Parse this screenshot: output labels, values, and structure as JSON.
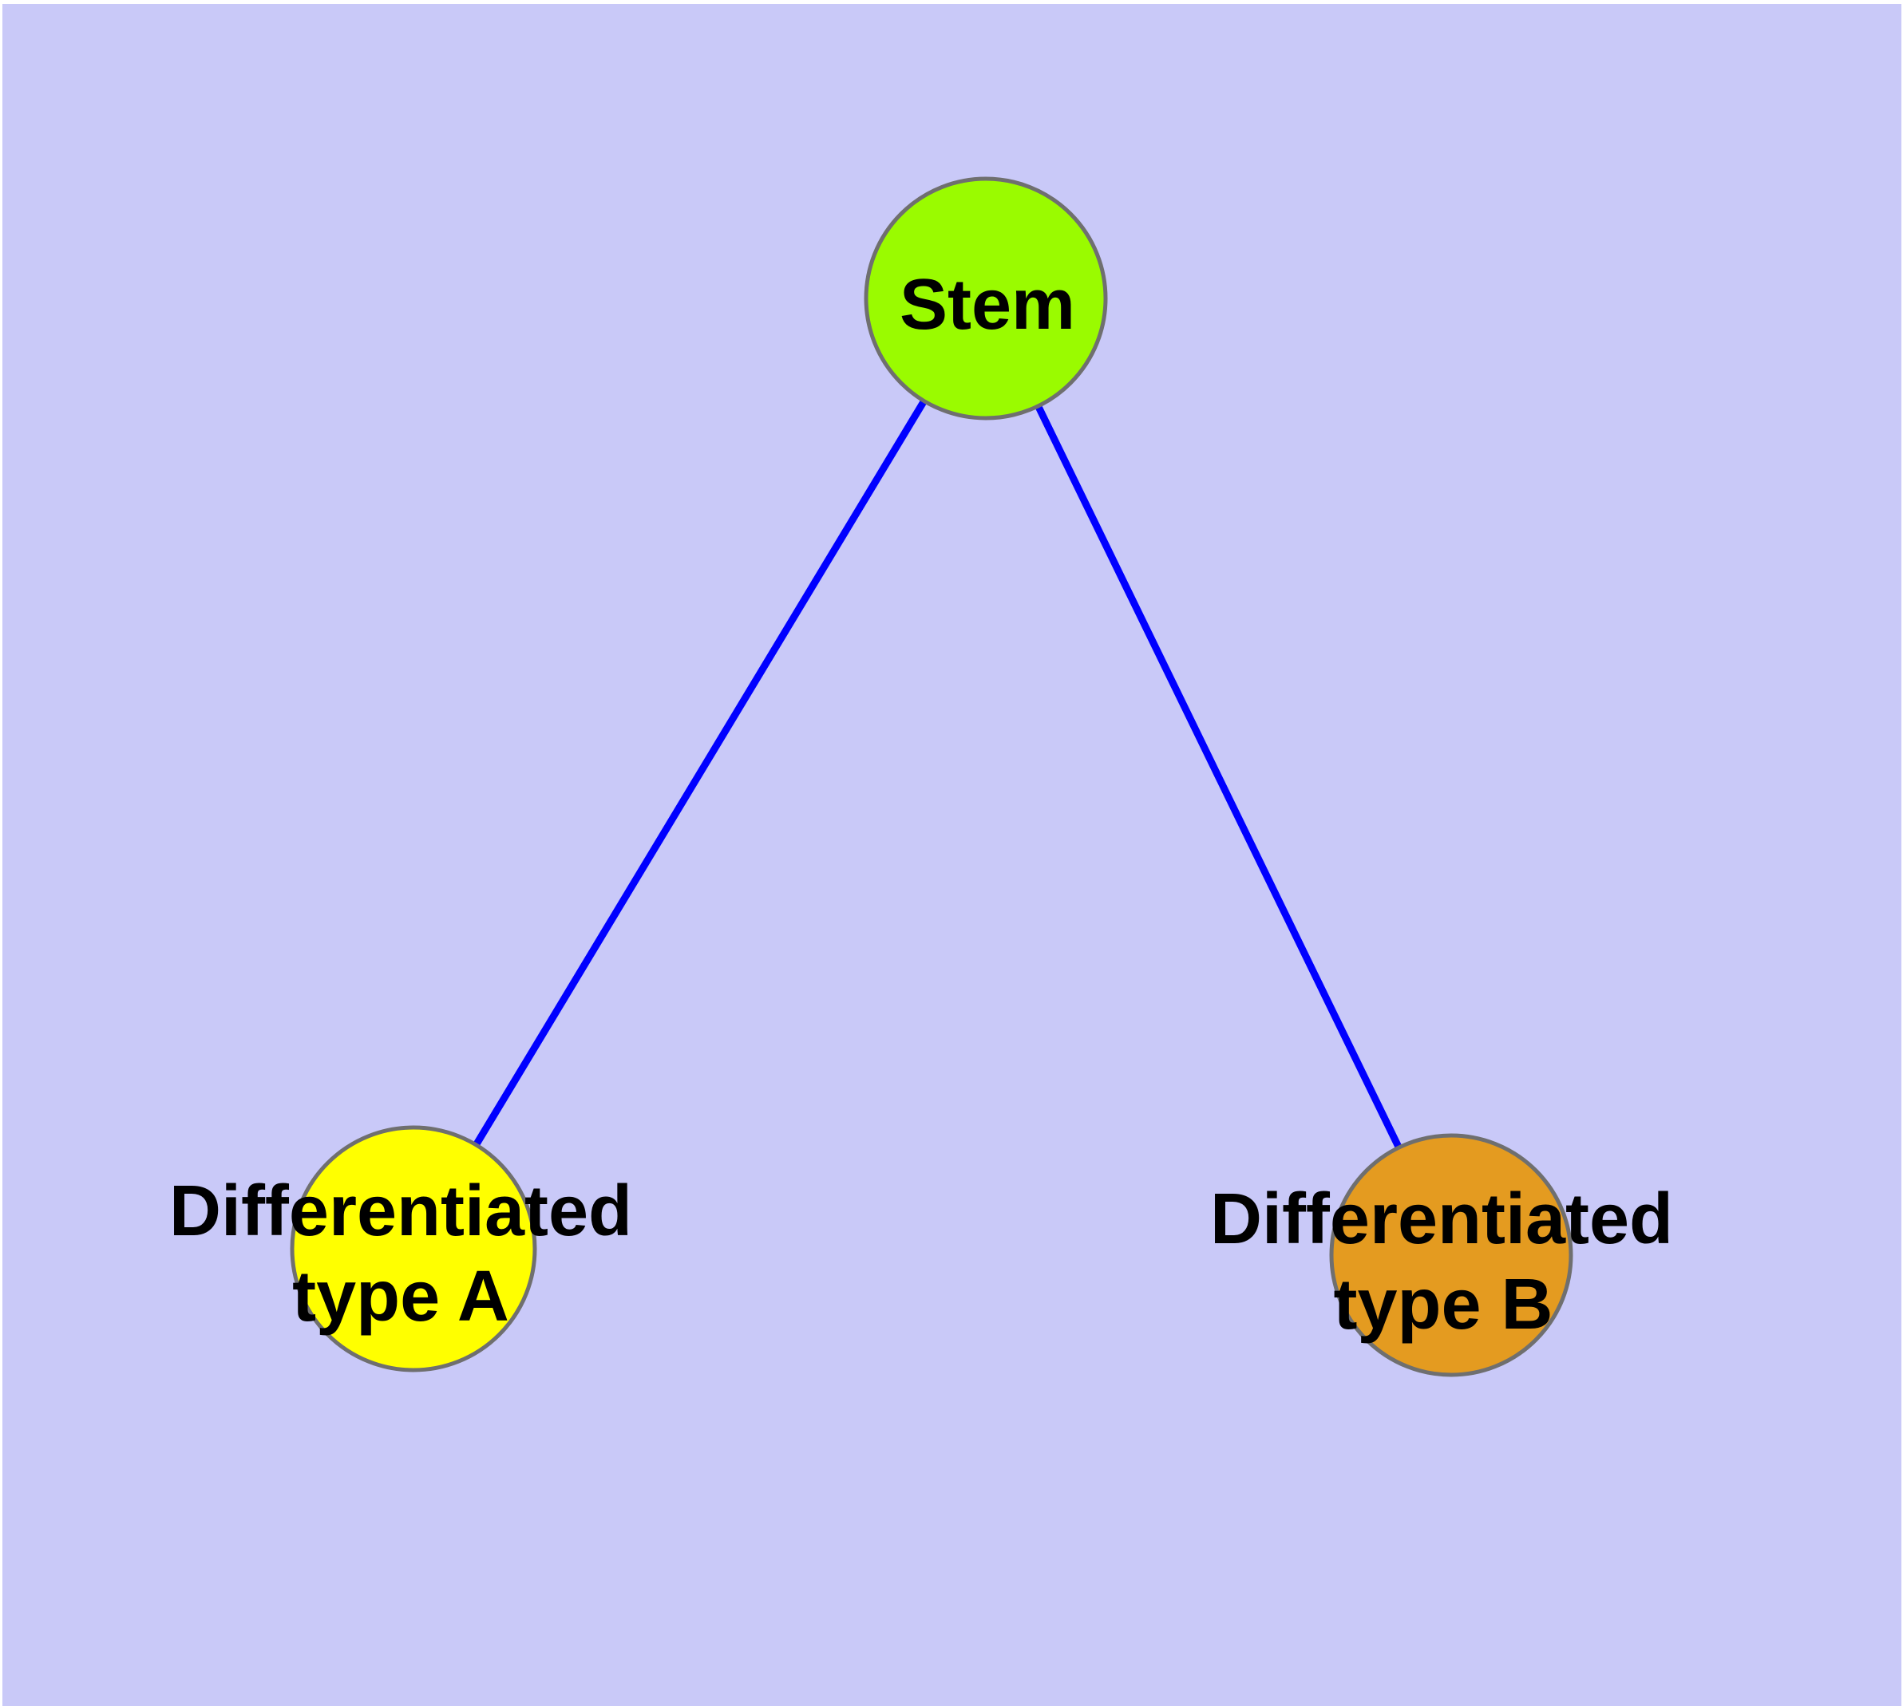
{
  "diagram": {
    "background_color": "#c9c9f8",
    "margin_color": "#ffffff",
    "edge_color": "#0000ff",
    "node_border_color": "#6f6f6f",
    "text_color": "#000000",
    "nodes": {
      "stem": {
        "label": "Stem",
        "fill_color": "#9afb00"
      },
      "type_a": {
        "label_line1": "Differentiated",
        "label_line2": "type A",
        "fill_color": "#ffff00"
      },
      "type_b": {
        "label_line1": "Differentiated",
        "label_line2": "type B",
        "fill_color": "#e49b20"
      }
    },
    "edges": [
      {
        "id": "stem-to-type-a",
        "from": "stem",
        "to": "type_a"
      },
      {
        "id": "stem-to-type-b",
        "from": "stem",
        "to": "type_b"
      }
    ]
  }
}
